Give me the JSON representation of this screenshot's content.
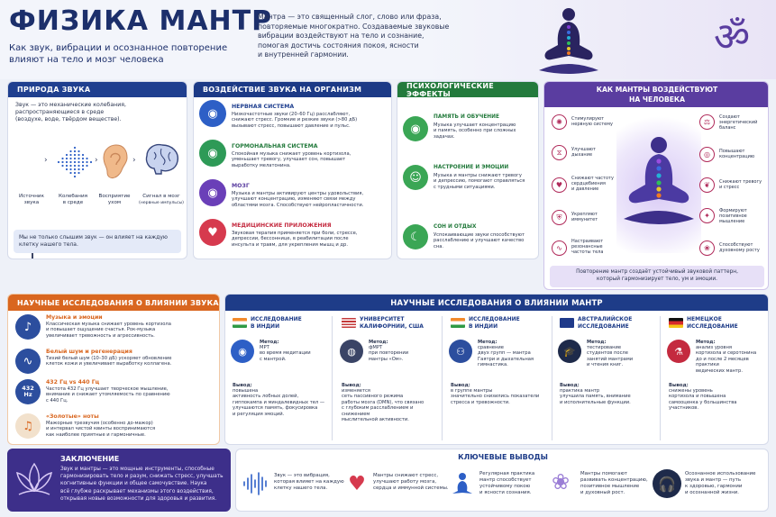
{
  "title": "ФИЗИКА МАНТР",
  "subtitle": "Как звук, вибрации и осознанное повторение\nвлияют на тело и мозг человека",
  "intro": "Мантра — это священный слог, слово или фраза,\nповторяемые многократно. Создаваемые звуковые\nвибрации воздействуют на тело и сознание,\nпомогая достичь состояния покоя, ясности\nи внутренней гармонии.",
  "om": "ॐ",
  "colors": {
    "blue": "#1f3f8f",
    "green": "#237a3c",
    "purple": "#5a3da0",
    "orange": "#d9661f",
    "magenta": "#b02a5a"
  },
  "nature": {
    "header": "ПРИРОДА ЗВУКА",
    "text": "Звук — это механические колебания,\nраспространяющиеся в среде\n(воздухе, воде, твёрдом веществе).",
    "steps": [
      {
        "label": "Источник\nзвука",
        "icon": "tuning-fork-icon"
      },
      {
        "label": "Колебания\nв среде",
        "icon": "wave-dots-icon"
      },
      {
        "label": "Восприятие\nухом",
        "icon": "ear-icon"
      },
      {
        "label": "Сигнал в мозг",
        "sub": "(нервные импульсы)",
        "icon": "brain-icon"
      }
    ],
    "note": "Мы не только слышим звук — он влияет на каждую\nклетку нашего тела."
  },
  "effect": {
    "header": "ВОЗДЕЙСТВИЕ ЗВУКА НА ОРГАНИЗМ",
    "items": [
      {
        "title": "НЕРВНАЯ СИСТЕМА",
        "text": "Низкочастотные звуки (20–60 Гц) расслабляют,\nснижают стресс. Громкие и резкие звуки (>80 дБ)\nвызывают стресс, повышают давление и пульс.",
        "icon": "brain-icon"
      },
      {
        "title": "ГОРМОНАЛЬНАЯ СИСТЕМА",
        "text": "Спокойная музыка снижает уровень кортизола,\nуменьшает тревогу, улучшает сон, повышает\nвыработку мелатонина.",
        "icon": "brain-icon"
      },
      {
        "title": "МОЗГ",
        "text": "Музыка и мантры активируют центры удовольствия,\nулучшают концентрацию, изменяют связи между\nобластями мозга. Способствуют нейропластичности.",
        "icon": "brain-icon"
      },
      {
        "title": "МЕДИЦИНСКИЕ ПРИЛОЖЕНИЯ",
        "text": "Звуковая терапия применяется при боли, стрессе,\nдепрессии, бессоннице, в реабилитации после\nинсульта и травм, для укрепления мышц и др.",
        "icon": "heart-pulse-icon"
      }
    ]
  },
  "psych": {
    "header": "ПСИХОЛОГИЧЕСКИЕ ЭФФЕКТЫ",
    "items": [
      {
        "title": "ПАМЯТЬ И ОБУЧЕНИЕ",
        "text": "Музыка улучшает концентрацию\nи память, особенно при сложных\nзадачах.",
        "icon": "brain-icon"
      },
      {
        "title": "НАСТРОЕНИЕ И ЭМОЦИИ",
        "text": "Музыка и мантры снижают тревогу\nи депрессию, помогают справляться\nс трудными ситуациями.",
        "icon": "smile-icon"
      },
      {
        "title": "СОН И ОТДЫХ",
        "text": "Успокаивающие звуки способствуют\nрасслаблению и улучшают качество\nсна.",
        "icon": "moon-icon"
      }
    ]
  },
  "how": {
    "header": "КАК МАНТРЫ ВОЗДЕЙСТВУЮТ\nНА ЧЕЛОВЕКА",
    "left": [
      {
        "text": "Стимулируют\nнервную систему",
        "icon": "neuron-icon"
      },
      {
        "text": "Улучшают\nдыхание",
        "icon": "lungs-icon"
      },
      {
        "text": "Снижают частоту\nсердцебиения\nи давление",
        "icon": "heart-icon"
      },
      {
        "text": "Укрепляют\nиммунитет",
        "icon": "shield-icon"
      },
      {
        "text": "Настраивают\nрезонансные\nчастоты тела",
        "icon": "wave-icon"
      }
    ],
    "right": [
      {
        "text": "Создают\nэнергетический\nбаланс",
        "icon": "balance-icon"
      },
      {
        "text": "Повышают\nконцентрацию",
        "icon": "target-icon"
      },
      {
        "text": "Снижают тревогу\nи стресс",
        "icon": "leaf-icon"
      },
      {
        "text": "Формируют\nпозитивное\nмышление",
        "icon": "bulb-icon"
      },
      {
        "text": "Способствуют\nдуховному росту",
        "icon": "lotus-icon"
      }
    ],
    "note": "Повторение мантр создаёт устойчивый звуковой паттерн,\nкоторый гармонизирует тело, ум и эмоции."
  },
  "sound_research": {
    "header": "НАУЧНЫЕ ИССЛЕДОВАНИЯ О ВЛИЯНИИ ЗВУКА",
    "items": [
      {
        "title": "Музыка и эмоции",
        "text": "Классическая музыка снижает уровень кортизола\nи повышает ощущение счастья. Рок-музыка\nувеличивает тревожность и агрессивность.",
        "icon": "music-note-icon",
        "badge": "♪"
      },
      {
        "title": "Белый шум и регенерация",
        "text": "Тихий белый шум (10–30 дБ) ускоряет обновление\nклеток кожи и увеличивает выработку коллагена.",
        "icon": "noise-wave-icon",
        "badge": "∿"
      },
      {
        "title": "432 Гц vs 440 Гц",
        "text": "Частота 432 Гц улучшает творческое мышление,\nвнимание и снижает утомляемость по сравнению\nс 440 Гц.",
        "icon": "frequency-icon",
        "badge": "432\nHz"
      },
      {
        "title": "«Золотые» ноты",
        "text": "Мажорные трезвучия (особенно до-мажор)\nи интервал чистой квинты воспринимаются\nкак наиболее приятные и гармоничные.",
        "icon": "sheet-music-icon",
        "badge": "♫"
      }
    ]
  },
  "mantra_research": {
    "header": "НАУЧНЫЕ ИССЛЕДОВАНИЯ О ВЛИЯНИИ МАНТР",
    "method_label": "Метод:",
    "result_label": "Вывод:",
    "items": [
      {
        "org": "ИССЛЕДОВАНИЕ\nВ ИНДИИ",
        "method": "МРТ\nво время медитации\nс мантрой.",
        "result": "повышена\nактивность лобных долей,\nгиппокампа и миндалевидных тел —\nулучшаются память, фокусировка\nи регуляция эмоций.",
        "flag": "india",
        "icon": "brain-icon"
      },
      {
        "org": "УНИВЕРСИТЕТ\nКАЛИФОРНИИ, США",
        "method": "фМРТ\nпри повторении\nмантры «Ом».",
        "result": "изменяется\nсеть пассивного режима\nработы мозга (DMN), что связано\nс глубоким расслаблением и снижением\nмыслительной активности.",
        "flag": "usa",
        "icon": "mri-scanner-icon"
      },
      {
        "org": "ИССЛЕДОВАНИЕ\nВ ИНДИИ",
        "method": "сравнение\nдвух групп — мантра\nГаятри и дыхательная\nгимнастика.",
        "result": "в группе мантры\nзначительно снизились показатели\nстресса и тревожности.",
        "flag": "india",
        "icon": "people-icon"
      },
      {
        "org": "АВСТРАЛИЙСКОЕ\nИССЛЕДОВАНИЕ",
        "method": "тестирование\nстудентов после\nзанятий мантрами\nи чтения книг.",
        "result": "практика мантр\nулучшила память, внимание\nи исполнительные функции.",
        "flag": "australia",
        "icon": "graduation-cap-icon"
      },
      {
        "org": "НЕМЕЦКОЕ\nИССЛЕДОВАНИЕ",
        "method": "анализ уровня\nкортизола и серотонина\nдо и после 2 месяцев практики\nведических мантр.",
        "result": "снижены уровень\nкортизола и повышена\nсамооценка у большинства\nучастников.",
        "flag": "germany",
        "icon": "test-tubes-icon"
      }
    ]
  },
  "conclusion": {
    "header": "ЗАКЛЮЧЕНИЕ",
    "text": "Звук и мантры — это мощные инструменты, способные\nгармонизировать тело и разум, снижать стресс, улучшать\nкогнитивные функции и общее самочувствие. Наука\nвсё глубже раскрывает механизмы этого воздействия,\nоткрывая новые возможности для здоровья и развития."
  },
  "key": {
    "header": "КЛЮЧЕВЫЕ ВЫВОДЫ",
    "items": [
      {
        "text": "Звук — это вибрация,\nкоторая влияет на каждую\nклетку нашего тела.",
        "icon": "sound-wave-icon"
      },
      {
        "text": "Мантры снижают стресс,\nулучшают работу мозга,\nсердца и иммунной системы.",
        "icon": "heart-pulse-icon"
      },
      {
        "text": "Регулярная практика\nмантр способствует\nустойчивому покою\nи ясности сознания.",
        "icon": "meditation-icon"
      },
      {
        "text": "Мантры помогают\nразвивать концентрацию,\nпозитивное мышление\nи духовный рост.",
        "icon": "lotus-icon"
      },
      {
        "text": "Осознанное использование\nзвука и мантр — путь\nк здоровью, гармонии\nи осознанной жизни.",
        "icon": "headphones-icon"
      }
    ]
  }
}
